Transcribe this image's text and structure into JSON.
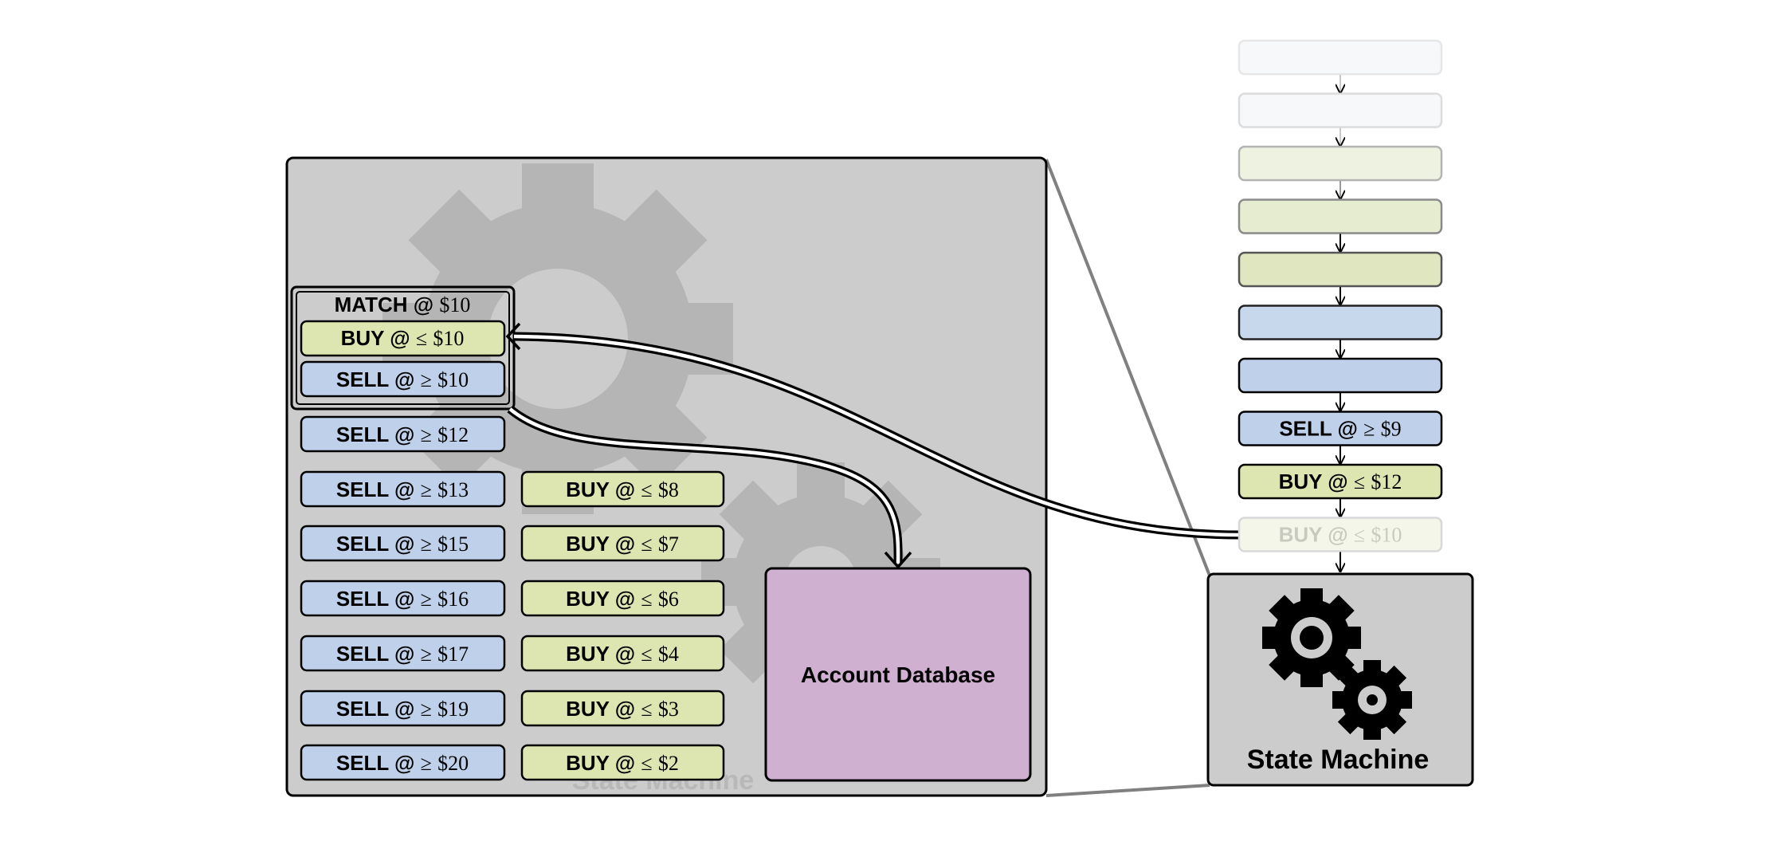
{
  "zoomed": {
    "match": {
      "prefix": "MATCH @",
      "price": "$10"
    },
    "matched_buy": {
      "prefix": "BUY @",
      "op": "≤",
      "price": "$10"
    },
    "matched_sell": {
      "prefix": "SELL @",
      "op": "≥",
      "price": "$10"
    },
    "sell_orders": [
      {
        "prefix": "SELL @",
        "op": "≥",
        "price": "$12"
      },
      {
        "prefix": "SELL @",
        "op": "≥",
        "price": "$13"
      },
      {
        "prefix": "SELL @",
        "op": "≥",
        "price": "$15"
      },
      {
        "prefix": "SELL @",
        "op": "≥",
        "price": "$16"
      },
      {
        "prefix": "SELL @",
        "op": "≥",
        "price": "$17"
      },
      {
        "prefix": "SELL @",
        "op": "≥",
        "price": "$19"
      },
      {
        "prefix": "SELL @",
        "op": "≥",
        "price": "$20"
      }
    ],
    "buy_orders": [
      {
        "prefix": "BUY @",
        "op": "≤",
        "price": "$8"
      },
      {
        "prefix": "BUY @",
        "op": "≤",
        "price": "$7"
      },
      {
        "prefix": "BUY @",
        "op": "≤",
        "price": "$6"
      },
      {
        "prefix": "BUY @",
        "op": "≤",
        "price": "$4"
      },
      {
        "prefix": "BUY @",
        "op": "≤",
        "price": "$3"
      },
      {
        "prefix": "BUY @",
        "op": "≤",
        "price": "$2"
      }
    ],
    "account_db": "Account Database",
    "watermark": "State Machine"
  },
  "queue": [
    {
      "type": "empty",
      "fill": "#f7f8fa",
      "stroke": "#e6e6e6"
    },
    {
      "type": "empty",
      "fill": "#f7f8fa",
      "stroke": "#dcdcdc"
    },
    {
      "type": "empty",
      "fill": "#eef2e0",
      "stroke": "#b3b3b3"
    },
    {
      "type": "empty",
      "fill": "#e6ecd0",
      "stroke": "#8a8a8a"
    },
    {
      "type": "empty",
      "fill": "#dfe6c0",
      "stroke": "#555555"
    },
    {
      "type": "empty",
      "fill": "#c8d8ec",
      "stroke": "#222222"
    },
    {
      "type": "empty",
      "fill": "#bfd1ea",
      "stroke": "#000000"
    },
    {
      "type": "sell",
      "prefix": "SELL @",
      "op": "≥",
      "price": "$9",
      "fill": "#bfd1ea",
      "stroke": "#000000"
    },
    {
      "type": "buy",
      "prefix": "BUY @",
      "op": "≤",
      "price": "$12",
      "fill": "#dde5b0",
      "stroke": "#000000"
    },
    {
      "type": "buy",
      "prefix": "BUY @",
      "op": "≤",
      "price": "$10",
      "fill": "#f4f6ea",
      "stroke": "#d8d8d8",
      "faded": true
    }
  ],
  "state_machine_label": "State Machine",
  "colors": {
    "sell": "#bfd1ea",
    "buy": "#dde5b0",
    "panel": "#cccccc",
    "gear_watermark": "#b5b5b5",
    "account_db": "#d0b0d0",
    "zoom_lines": "#808080"
  },
  "icons": [
    "gears-icon",
    "gear-watermark-icon"
  ]
}
